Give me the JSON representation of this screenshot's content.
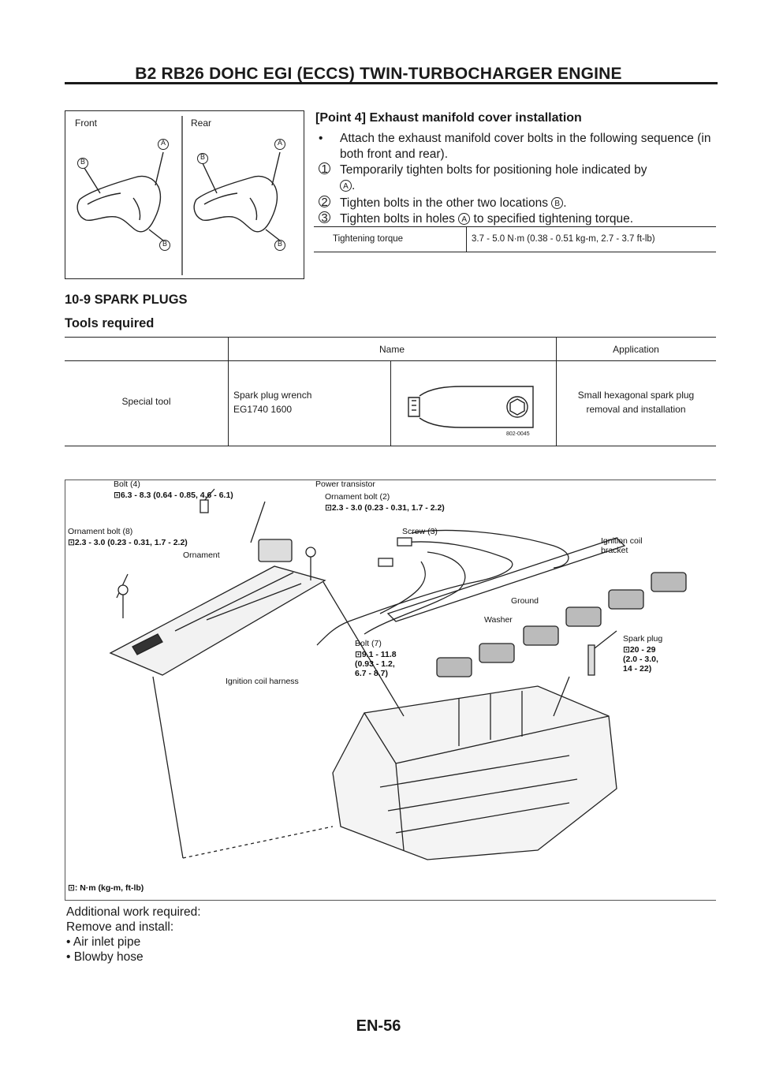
{
  "header": {
    "title": "B2 RB26 DOHC EGI (ECCS) TWIN-TURBOCHARGER ENGINE"
  },
  "manifold_figure": {
    "front_label": "Front",
    "rear_label": "Rear",
    "mark_a": "A",
    "mark_b": "B"
  },
  "point4": {
    "title": "[Point 4] Exhaust manifold cover installation",
    "bullet_symbol": "•",
    "bullet_text": "Attach the exhaust manifold cover bolts in the following sequence (in both front and rear).",
    "steps": [
      {
        "num": "1",
        "text": "Temporarily tighten bolts for positioning hole indicated by",
        "mark": "A",
        "tail": "."
      },
      {
        "num": "2",
        "text": "Tighten bolts in the other two locations",
        "mark": "B",
        "tail": "."
      },
      {
        "num": "3",
        "text": "Tighten bolts in holes",
        "mark": "A",
        "tail": "to specified tightening torque."
      }
    ],
    "torque_table": {
      "label": "Tightening torque",
      "value": "3.7 - 5.0 N·m (0.38 - 0.51 kg-m, 2.7 - 3.7 ft-lb)"
    }
  },
  "section": {
    "title": "10-9 SPARK PLUGS",
    "tools_heading": "Tools required"
  },
  "tools_table": {
    "header_name": "Name",
    "header_application": "Application",
    "row_label": "Special tool",
    "tool_name": "Spark plug wrench",
    "tool_number": "EG1740 1600",
    "figure_code": "802-0045",
    "application_line1": "Small hexagonal spark plug",
    "application_line2": "removal and installation"
  },
  "exploded_view": {
    "callouts": {
      "bolt4": "Bolt (4)",
      "bolt4_torque": "6.3 - 8.3 (0.64 - 0.85, 4.6 - 6.1)",
      "power_transistor": "Power transistor",
      "ornament_bolt2": "Ornament bolt (2)",
      "ornament_bolt2_torque": "2.3 - 3.0 (0.23 - 0.31, 1.7 - 2.2)",
      "ornament_bolt8": "Ornament bolt (8)",
      "ornament_bolt8_torque": "2.3 - 3.0 (0.23 - 0.31, 1.7 - 2.2)",
      "ornament": "Ornament",
      "screw3": "Screw (3)",
      "ignition_coil_bracket": "Ignition coil\nbracket",
      "ground": "Ground",
      "washer": "Washer",
      "bolt7": "Bolt (7)",
      "bolt7_torque": "9.1 - 11.8\n(0.93 - 1.2,\n6.7 - 8.7)",
      "ignition_coil_harness": "Ignition coil harness",
      "spark_plug": "Spark plug",
      "spark_plug_torque": "20 - 29\n(2.0 - 3.0,\n14 - 22)",
      "legend": ": N·m (kg-m, ft-lb)"
    }
  },
  "additional_work": {
    "title": "Additional work required:",
    "subtitle": "Remove and install:",
    "items": [
      "Air inlet pipe",
      "Blowby hose"
    ]
  },
  "footer": {
    "page_number": "EN-56"
  }
}
